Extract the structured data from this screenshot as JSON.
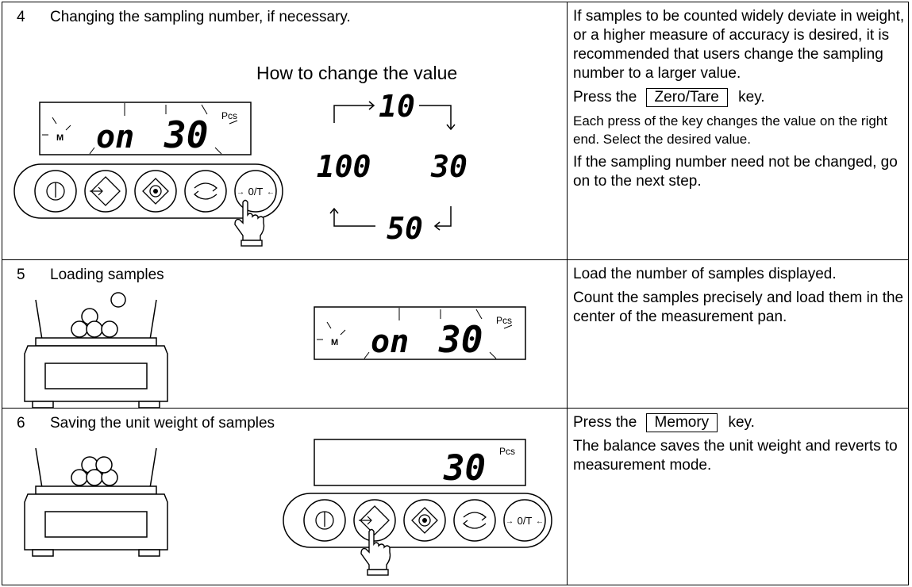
{
  "steps": [
    {
      "number": "4",
      "title": "Changing the sampling number, if necessary.",
      "diagram_heading": "How to change the value",
      "display": {
        "mode": "M",
        "text": "on",
        "count": "30",
        "unit": "Pcs"
      },
      "cycle_values": [
        "10",
        "30",
        "50",
        "100"
      ],
      "keypad_labels": [
        "0/T"
      ],
      "desc": {
        "p1": "If samples to be counted widely deviate in weight, or a higher measure of accuracy is desired, it is recommended that users change the sampling number to a larger value.",
        "p2_pre": "Press the",
        "p2_key": "Zero/Tare",
        "p2_post": "key.",
        "p3": "Each press of the key changes the value on the right end.   Select the desired value.",
        "p4": "If the sampling number need not be changed, go on to the next step."
      }
    },
    {
      "number": "5",
      "title": "Loading samples",
      "display": {
        "mode": "M",
        "text": "on",
        "count": "30",
        "unit": "Pcs"
      },
      "desc": {
        "p1": "Load the number of samples displayed.",
        "p2": "Count the samples precisely and load them in the center of the measurement pan."
      }
    },
    {
      "number": "6",
      "title": "Saving the unit weight of samples",
      "display": {
        "count": "30",
        "unit": "Pcs"
      },
      "keypad_labels": [
        "0/T"
      ],
      "desc": {
        "p1_pre": "Press the",
        "p1_key": "Memory",
        "p1_post": "key.",
        "p2": "The balance saves the unit weight and reverts to measurement mode."
      }
    }
  ]
}
